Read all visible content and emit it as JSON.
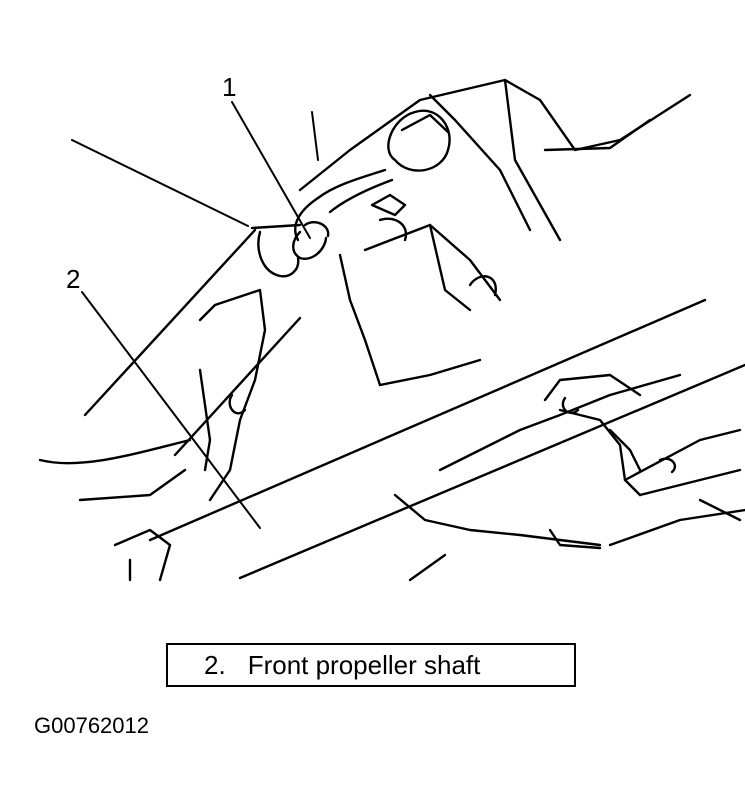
{
  "callouts": [
    {
      "number": "1"
    },
    {
      "number": "2"
    }
  ],
  "legend": {
    "number": "2.",
    "text": "Front propeller shaft"
  },
  "figure_id": "G00762012"
}
